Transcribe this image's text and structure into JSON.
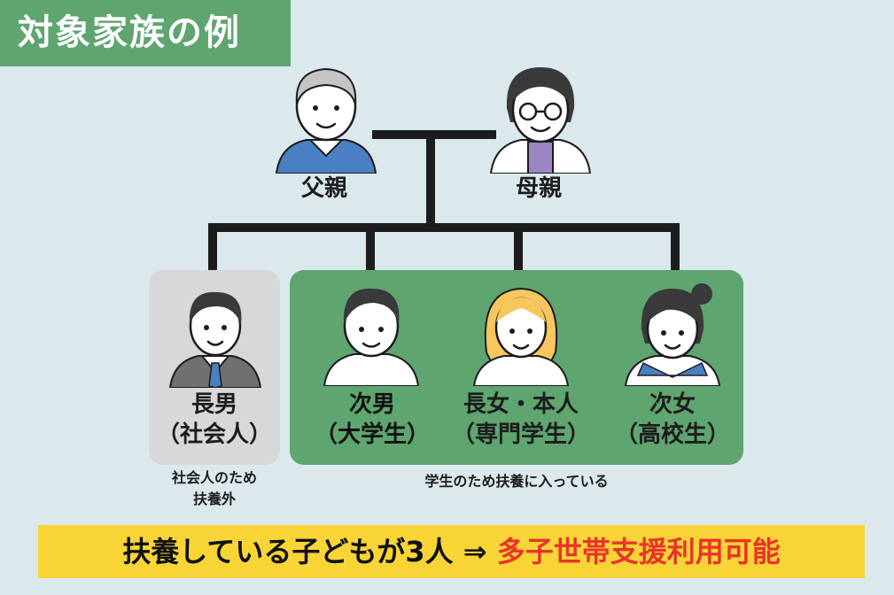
{
  "title": "対象家族の例",
  "parents": {
    "father": "父親",
    "mother": "母親"
  },
  "children": [
    {
      "name": "長男",
      "status": "（社会人）"
    },
    {
      "name": "次男",
      "status": "（大学生）"
    },
    {
      "name": "長女・本人",
      "status": "（専門学生）"
    },
    {
      "name": "次女",
      "status": "（高校生）"
    }
  ],
  "notes": {
    "excluded_line1": "社会人のため",
    "excluded_line2": "扶養外",
    "included": "学生のため扶養に入っている"
  },
  "banner": {
    "main": "扶養している子どもが3人",
    "arrow": "⇒",
    "result": "多子世帯支援利用可能"
  },
  "colors": {
    "background": "#dbe8ec",
    "accent_green": "#5ea56f",
    "excluded_gray": "#d8d8da",
    "banner_yellow": "#f9d436",
    "highlight_red": "#e8342a",
    "line_black": "#1c1c1c"
  }
}
